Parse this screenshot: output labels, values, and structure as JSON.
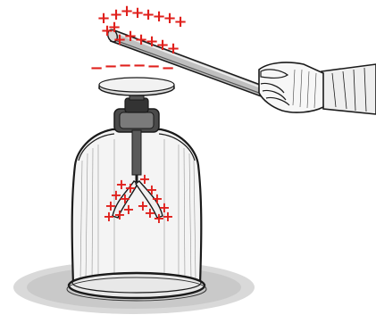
{
  "charges": {
    "positive_symbol": "+",
    "negative_symbol": "−",
    "positive_color": "#e0201c",
    "negative_color": "#e0201c",
    "rod_positive_count": 16,
    "disc_negative_count": 6,
    "leaf_positive_count": 16
  },
  "colors": {
    "ink": "#1a1a1a",
    "background": "#ffffff"
  },
  "icons": {
    "rod": "glass-rod-icon",
    "hand": "hand-icon",
    "electroscope": "electroscope-icon"
  }
}
